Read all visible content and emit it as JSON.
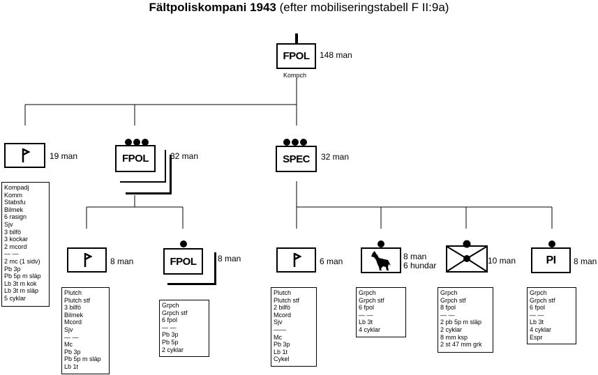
{
  "title": {
    "bold": "Fältpoliskompani 1943",
    "rest": "(efter mobiliseringstabell F II:9a)"
  },
  "hq": {
    "symbol": "FPOL",
    "strength": "148 man",
    "caption": "Kompch"
  },
  "units": {
    "staff": {
      "strength": "19 man",
      "items": [
        "Kompadj",
        "Komm",
        "Stabsfu",
        "Bilmek",
        "6 rasign",
        "Sjv",
        "3 bilfö",
        "3 kockar",
        "2 mcord",
        "— —",
        "2 mc (1 sidv)",
        "Pb 3p",
        "Pb 5p m släp",
        "Lb 3t m kok",
        "Lb 3t m släp",
        "5 cyklar"
      ]
    },
    "fpol_platoon": {
      "symbol": "FPOL",
      "strength": "32 man"
    },
    "spec_platoon": {
      "symbol": "SPEC",
      "strength": "32 man"
    },
    "fpol_hq": {
      "strength": "8 man",
      "items": [
        "Plutch",
        "Plutch stf",
        "3 bilfö",
        "Bilmek",
        "Mcord",
        "Sjv",
        "— —",
        "Mc",
        "Pb 3p",
        "Pb 5p m släp",
        "Lb 1t"
      ]
    },
    "fpol_group": {
      "symbol": "FPOL",
      "strength": "8 man",
      "items": [
        "Grpch",
        "Grpch stf",
        "6 fpol",
        "— —",
        "Pb 3p",
        "Pb 5p",
        "2 cyklar"
      ]
    },
    "spec_hq": {
      "strength": "6 man",
      "items": [
        "Plutch",
        "Plutch stf",
        "2 bilfö",
        "Mcord",
        "Sjv",
        "——",
        "Mc",
        "Pb 3p",
        "Lb 1t",
        "Cykel"
      ]
    },
    "dog_group": {
      "strength": "8 man",
      "strength2": "6 hundar",
      "items": [
        "Grpch",
        "Grpch stf",
        "6 fpol",
        "— —",
        "Lb 3t",
        "4 cyklar"
      ]
    },
    "at_group": {
      "strength": "10 man",
      "items": [
        "Grpch",
        "Grpch stf",
        "8 fpol",
        "— —",
        "2 pb 5p m släp",
        "2 cyklar",
        "8 mm ksp",
        "2 st 47 mm grk"
      ]
    },
    "pi_group": {
      "symbol": "PI",
      "strength": "8 man",
      "items": [
        "Grpch",
        "Grpch stf",
        "6 fpol",
        "— —",
        "Lb 3t",
        "4 cyklar",
        "Espr"
      ]
    }
  }
}
